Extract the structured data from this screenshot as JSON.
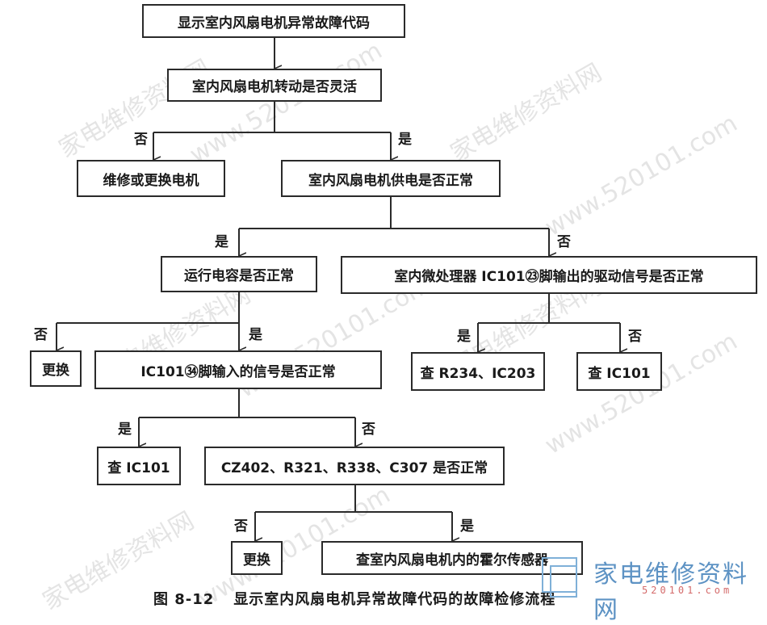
{
  "nodes": {
    "n1": "显示室内风扇电机异常故障代码",
    "n2": "室内风扇电机转动是否灵活",
    "n3": "维修或更换电机",
    "n4": "室内风扇电机供电是否正常",
    "n5": "运行电容是否正常",
    "n6": "室内微处理器 IC101㉓脚输出的驱动信号是否正常",
    "n7": "更换",
    "n8": "IC101㉞脚输入的信号是否正常",
    "n9": "查 R234、IC203",
    "n10": "查 IC101",
    "n11": "查 IC101",
    "n12": "CZ402、R321、R338、C307 是否正常",
    "n13": "更换",
    "n14": "查室内风扇电机内的霍尔传感器"
  },
  "labels": {
    "no": "否",
    "yes": "是"
  },
  "caption": {
    "figure": "图 8-12",
    "title": "显示室内风扇电机异常故障代码的故障检修流程"
  },
  "watermark": {
    "cn": "家电维修资料网",
    "url": "www.520101.com"
  },
  "logo": {
    "name": "家电维修资料网",
    "url": "520101.com"
  }
}
